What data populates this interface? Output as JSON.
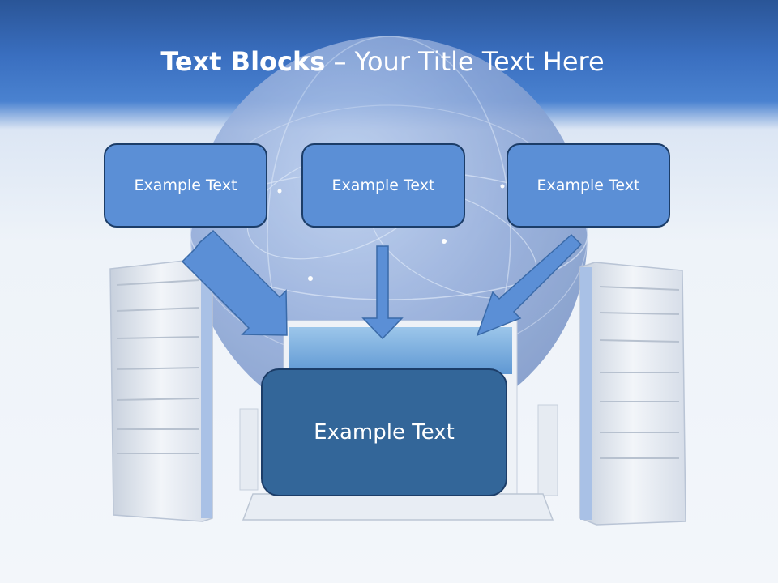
{
  "slide": {
    "title_bold": "Text Blocks",
    "title_rest": " – Your Title Text Here"
  },
  "boxes": {
    "top_left": "Example Text",
    "top_center": "Example Text",
    "top_right": "Example Text",
    "bottom_center": "Example Text"
  },
  "colors": {
    "header_blue": "#3a6fc0",
    "box_light": "#5b8fd6",
    "box_dark": "#336699",
    "box_border": "#1c3d68",
    "arrow_fill": "#5b8fd6"
  },
  "icons": [
    "globe-icon",
    "server-tower-icon",
    "laptop-icon",
    "arrow-down-icon"
  ]
}
